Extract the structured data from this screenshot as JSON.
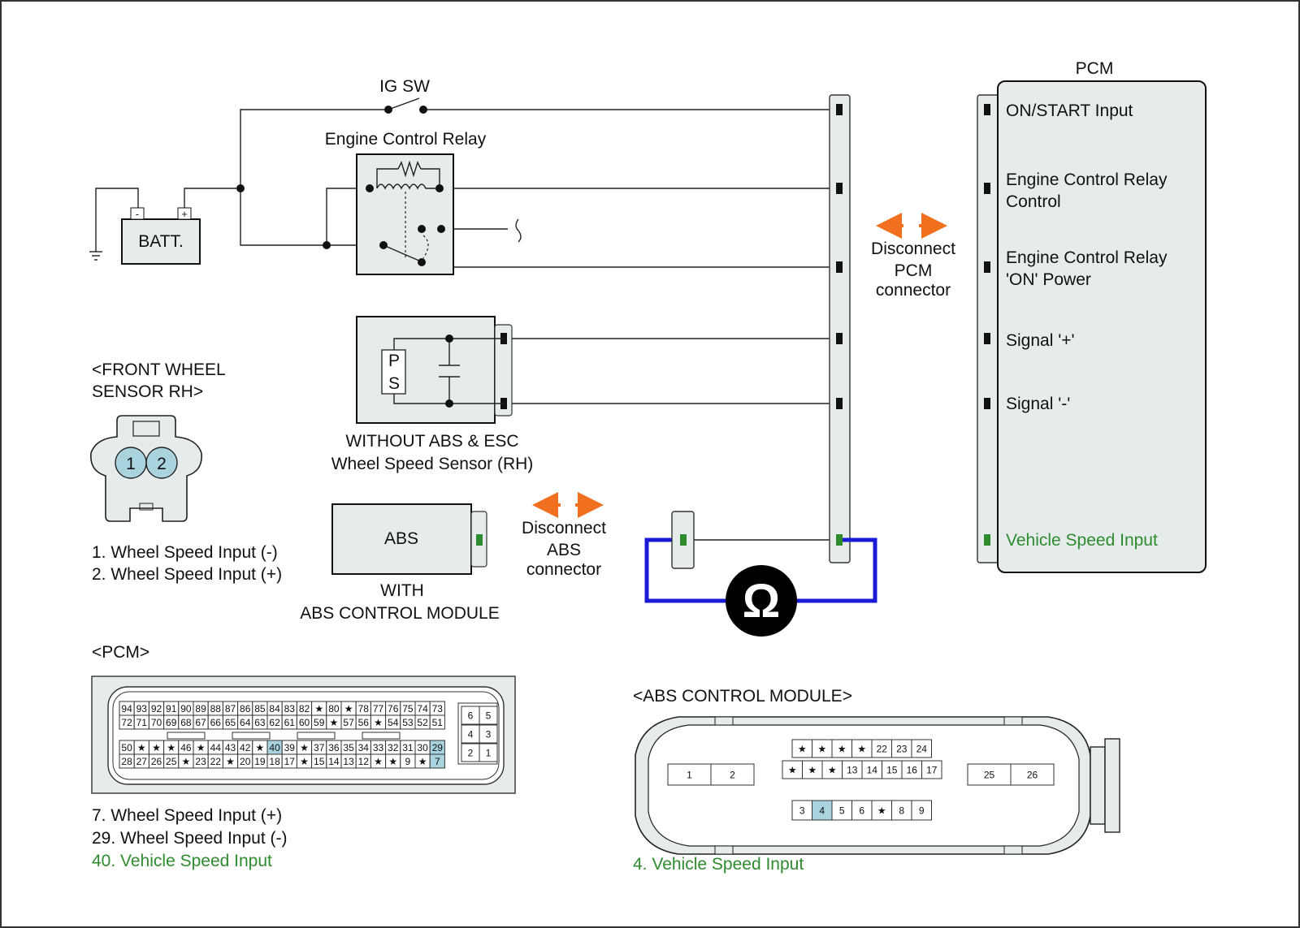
{
  "ig_sw": "IG SW",
  "relay_title": "Engine Control Relay",
  "battery": {
    "label": "BATT.",
    "minus": "-",
    "plus": "+"
  },
  "pcm_title": "PCM",
  "pcm_terminals": {
    "on_start": "ON/START Input",
    "relay_control_1": "Engine Control Relay",
    "relay_control_2": "Control",
    "relay_power_1": "Engine Control Relay",
    "relay_power_2": "'ON' Power",
    "signal_plus": "Signal '+'",
    "signal_minus": "Signal '-'",
    "vehicle_speed": "Vehicle Speed Input"
  },
  "disconnect_pcm": [
    "Disconnect",
    "PCM",
    "connector"
  ],
  "disconnect_abs": [
    "Disconnect",
    "ABS",
    "connector"
  ],
  "sensor": {
    "p": "P",
    "s": "S",
    "caption_1": "WITHOUT ABS & ESC",
    "caption_2": "Wheel Speed Sensor (RH)"
  },
  "front_wheel": {
    "title_1": "<FRONT WHEEL",
    "title_2": "SENSOR RH>",
    "pin1": "1",
    "pin2": "2",
    "legend_1": "1. Wheel Speed Input (-)",
    "legend_2": "2. Wheel Speed Input (+)"
  },
  "abs_module": {
    "label": "ABS",
    "caption_1": "WITH",
    "caption_2": "ABS CONTROL MODULE"
  },
  "ohm": "Ω",
  "pcm_connector": {
    "title": "<PCM>",
    "row1": [
      "94",
      "93",
      "92",
      "91",
      "90",
      "89",
      "88",
      "87",
      "86",
      "85",
      "84",
      "83",
      "82",
      "★",
      "80",
      "★",
      "78",
      "77",
      "76",
      "75",
      "74",
      "73"
    ],
    "row2": [
      "72",
      "71",
      "70",
      "69",
      "68",
      "67",
      "66",
      "65",
      "64",
      "63",
      "62",
      "61",
      "60",
      "59",
      "★",
      "57",
      "56",
      "★",
      "54",
      "53",
      "52",
      "51"
    ],
    "row3": [
      "50",
      "★",
      "★",
      "★",
      "46",
      "★",
      "44",
      "43",
      "42",
      "★",
      "40",
      "39",
      "★",
      "37",
      "36",
      "35",
      "34",
      "33",
      "32",
      "31",
      "30",
      "29"
    ],
    "row4": [
      "28",
      "27",
      "26",
      "25",
      "★",
      "23",
      "22",
      "★",
      "20",
      "19",
      "18",
      "17",
      "★",
      "15",
      "14",
      "13",
      "12",
      "★",
      "★",
      "9",
      "★",
      "7"
    ],
    "side": [
      [
        "6",
        "5"
      ],
      [
        "4",
        "3"
      ],
      [
        "2",
        "1"
      ]
    ],
    "legend_7": "7. Wheel Speed Input (+)",
    "legend_29": "29. Wheel Speed Input (-)",
    "legend_40": "40. Vehicle Speed Input"
  },
  "abs_connector": {
    "title": "<ABS CONTROL MODULE>",
    "left": [
      "1",
      "2"
    ],
    "right": [
      "25",
      "26"
    ],
    "top": [
      "★",
      "★",
      "★",
      "★",
      "22",
      "23",
      "24"
    ],
    "mid": [
      "★",
      "★",
      "★",
      "13",
      "14",
      "15",
      "16",
      "17"
    ],
    "bottom": [
      "3",
      "4",
      "5",
      "6",
      "★",
      "8",
      "9"
    ],
    "legend": "4. Vehicle Speed Input"
  },
  "colors": {
    "wire": "#222222",
    "meter_loop": "#1a1ad6",
    "disconnect_arrow": "#f07020",
    "highlight": "#a9d3df",
    "green_text": "#2e8b2e",
    "component_fill": "#e6ecec"
  }
}
